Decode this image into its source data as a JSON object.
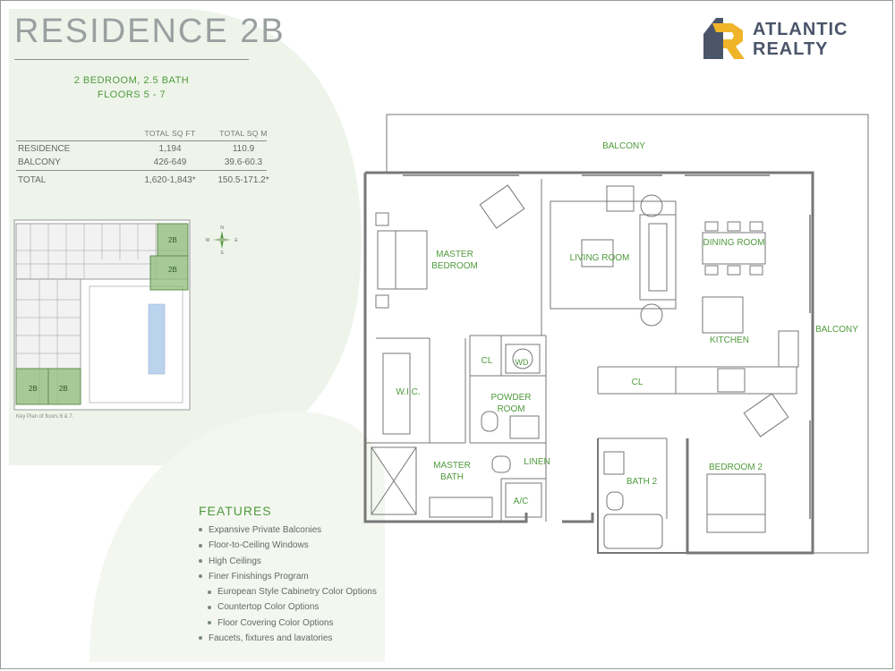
{
  "header": {
    "title": "RESIDENCE 2B",
    "unit_type": "2 BEDROOM, 2.5 BATH",
    "floors": "FLOORS 5 - 7"
  },
  "brand": {
    "line1": "ATLANTIC",
    "line2": "REALTY",
    "colors": {
      "accent": "#f0b429",
      "primary": "#4a5569"
    }
  },
  "area_table": {
    "headers": [
      "TOTAL SQ FT",
      "TOTAL SQ M"
    ],
    "rows": [
      {
        "label": "RESIDENCE",
        "sqft": "1,194",
        "sqm": "110.9"
      },
      {
        "label": "BALCONY",
        "sqft": "426-649",
        "sqm": "39.6-60.3"
      }
    ],
    "total": {
      "label": "TOTAL",
      "sqft": "1,620-1,843*",
      "sqm": "150.5-171.2*"
    }
  },
  "key_plan": {
    "caption": "Key Plan of floors 6 & 7.",
    "unit_label": "2B",
    "compass": {
      "n": "N",
      "s": "S",
      "e": "E",
      "w": "W"
    },
    "highlight_color": "#8dbb7a"
  },
  "features": {
    "title": "FEATURES",
    "items": [
      {
        "text": "Expansive Private Balconies",
        "sub": false
      },
      {
        "text": "Floor-to-Ceiling Windows",
        "sub": false
      },
      {
        "text": "High Ceilings",
        "sub": false
      },
      {
        "text": "Finer Finishings Program",
        "sub": false
      },
      {
        "text": "European Style Cabinetry Color Options",
        "sub": true
      },
      {
        "text": "Countertop Color Options",
        "sub": true
      },
      {
        "text": "Floor Covering Color Options",
        "sub": true
      },
      {
        "text": "Faucets, fixtures and lavatories",
        "sub": false
      }
    ]
  },
  "floor_plan": {
    "rooms": {
      "balcony_top": "BALCONY",
      "balcony_right": "BALCONY",
      "master_bedroom": "MASTER BEDROOM",
      "living_room": "LIVING ROOM",
      "dining_room": "DINING ROOM",
      "kitchen": "KITCHEN",
      "wic": "W.I.C.",
      "cl_1": "CL",
      "wd": "WD",
      "powder_room": "POWDER ROOM",
      "cl_2": "CL",
      "master_bath": "MASTER BATH",
      "linen": "LINEN",
      "ac": "A/C",
      "bath_2": "BATH 2",
      "bedroom_2": "BEDROOM 2"
    }
  }
}
